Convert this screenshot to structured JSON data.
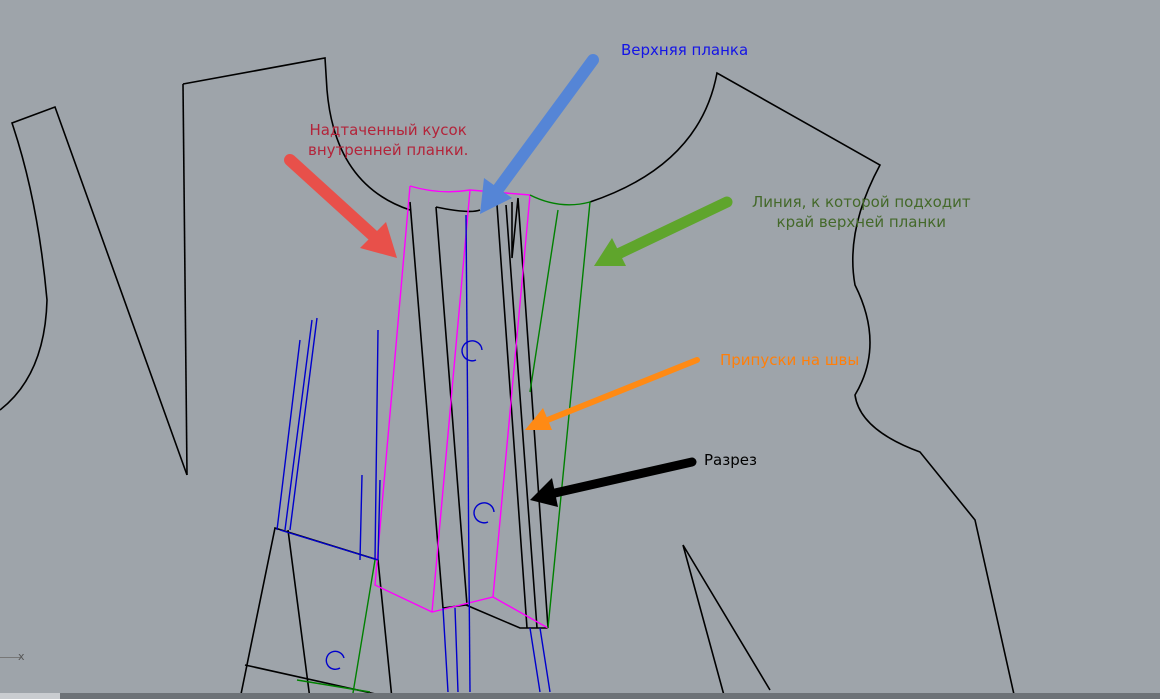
{
  "annotations": {
    "top_placket": "Верхняя планка",
    "inner_piece_line1": "Надтаченный кусок",
    "inner_piece_line2": "внутренней планки.",
    "edge_line_line1": "Линия, к которой подходит",
    "edge_line_line2": "край верхней планки",
    "seam_allowance": "Припуски на швы",
    "cut": "Разрез"
  },
  "axis_label": "x",
  "colors": {
    "background": "#9ea4aa",
    "outline": "#000000",
    "seam": "#ff00ff",
    "guide": "#008000",
    "construction": "#0000cc",
    "red_text": "#b3243a",
    "blue_text": "#1414e6",
    "green_text": "#44692a",
    "orange_text": "#ff7f0a"
  }
}
